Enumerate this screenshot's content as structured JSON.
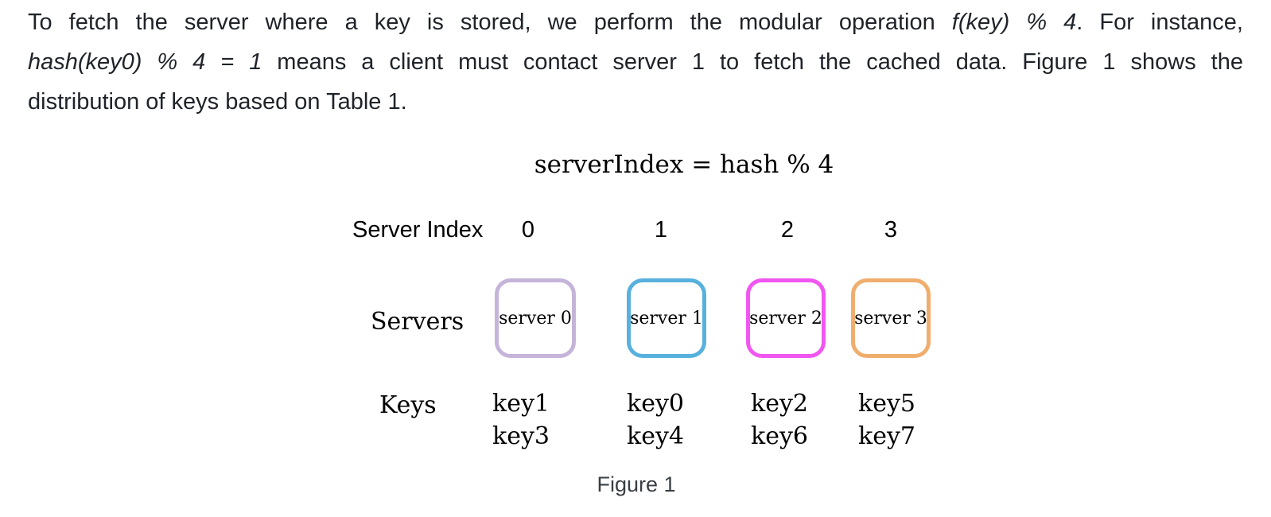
{
  "paragraph": {
    "line1": [
      "To fetch the server where a key is stored, we perform the modular operation ",
      "f(key) % 4",
      ". For instance,"
    ],
    "line2": [
      "hash(key0) % 4 = 1",
      " means a client must contact server 1 to fetch the cached data. Figure 1 shows the"
    ],
    "line3": "distribution of keys based on Table 1."
  },
  "figure": {
    "formula": "serverIndex = hash % 4",
    "server_index_label": "Server Index",
    "indices": [
      "0",
      "1",
      "2",
      "3"
    ],
    "servers_label": "Servers",
    "keys_label": "Keys",
    "caption": "Figure 1",
    "servers": [
      {
        "index": "0",
        "name": "server 0",
        "border_color": "#c5b4d9",
        "keys": [
          "key1",
          "key3"
        ]
      },
      {
        "index": "1",
        "name": "server 1",
        "border_color": "#58b1dd",
        "keys": [
          "key0",
          "key4"
        ]
      },
      {
        "index": "2",
        "name": "server 2",
        "border_color": "#f156f1",
        "keys": [
          "key2",
          "key6"
        ]
      },
      {
        "index": "3",
        "name": "server 3",
        "border_color": "#f0ae6e",
        "keys": [
          "key5",
          "key7"
        ]
      }
    ]
  },
  "colors": {
    "body_text": "#1f2329",
    "figure_text": "#000000",
    "caption_text": "#3a3f44"
  }
}
